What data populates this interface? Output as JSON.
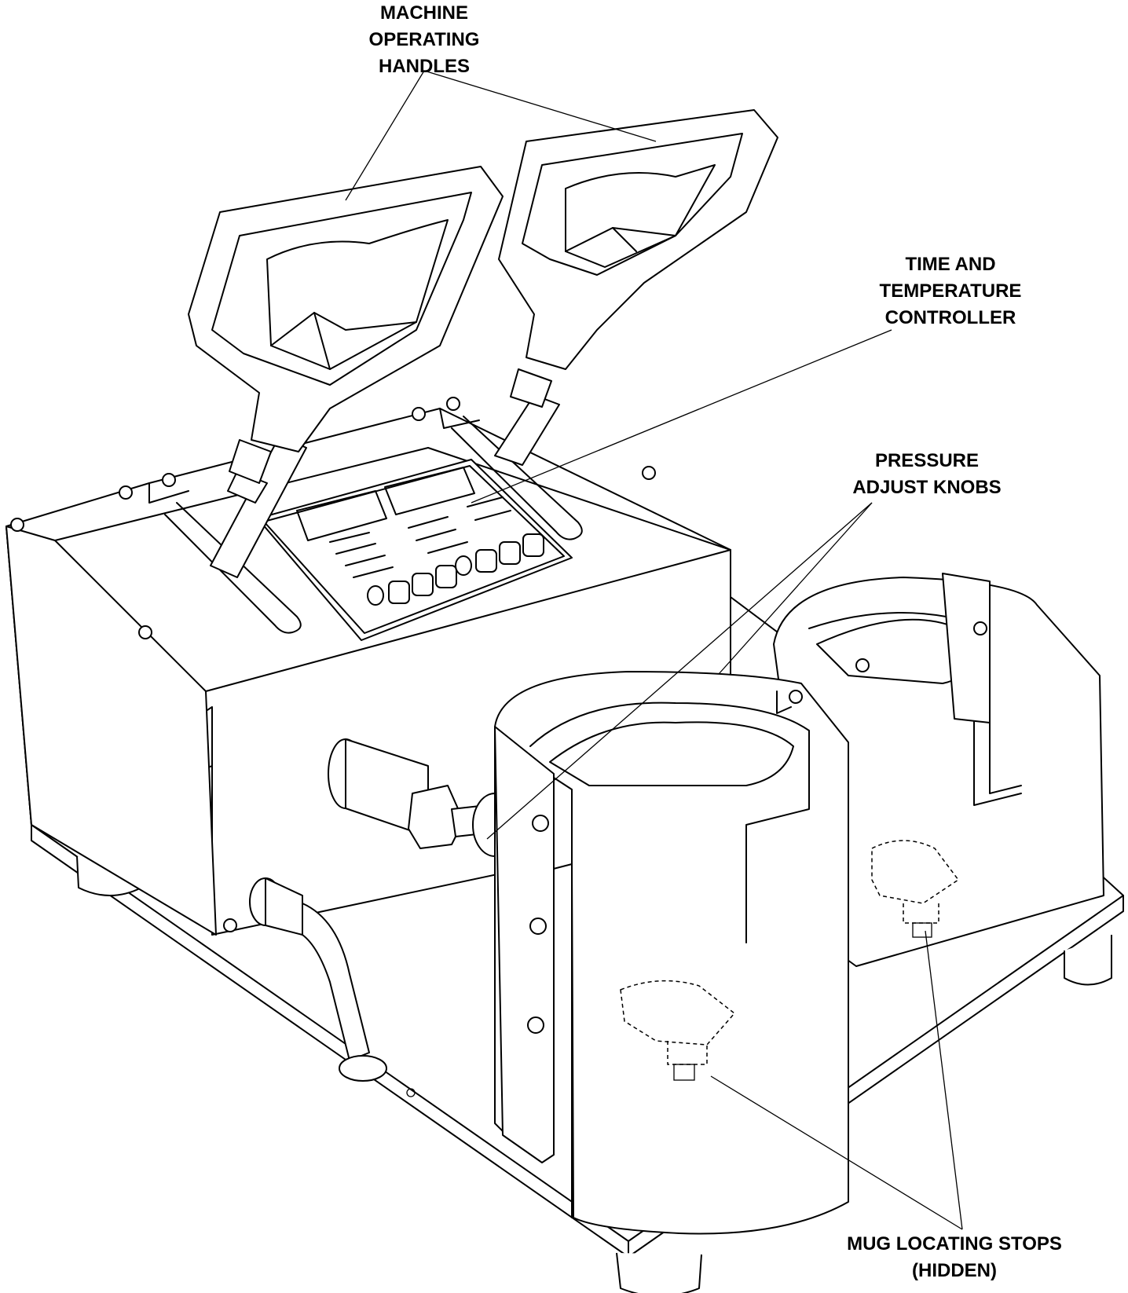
{
  "labels": {
    "handles": [
      "MACHINE",
      "OPERATING",
      "HANDLES"
    ],
    "controller": [
      "TIME AND",
      "TEMPERATURE",
      "CONTROLLER"
    ],
    "knobs": [
      "PRESSURE",
      "ADJUST KNOBS"
    ],
    "stops": [
      "MUG LOCATING STOPS",
      "(HIDDEN)"
    ]
  }
}
